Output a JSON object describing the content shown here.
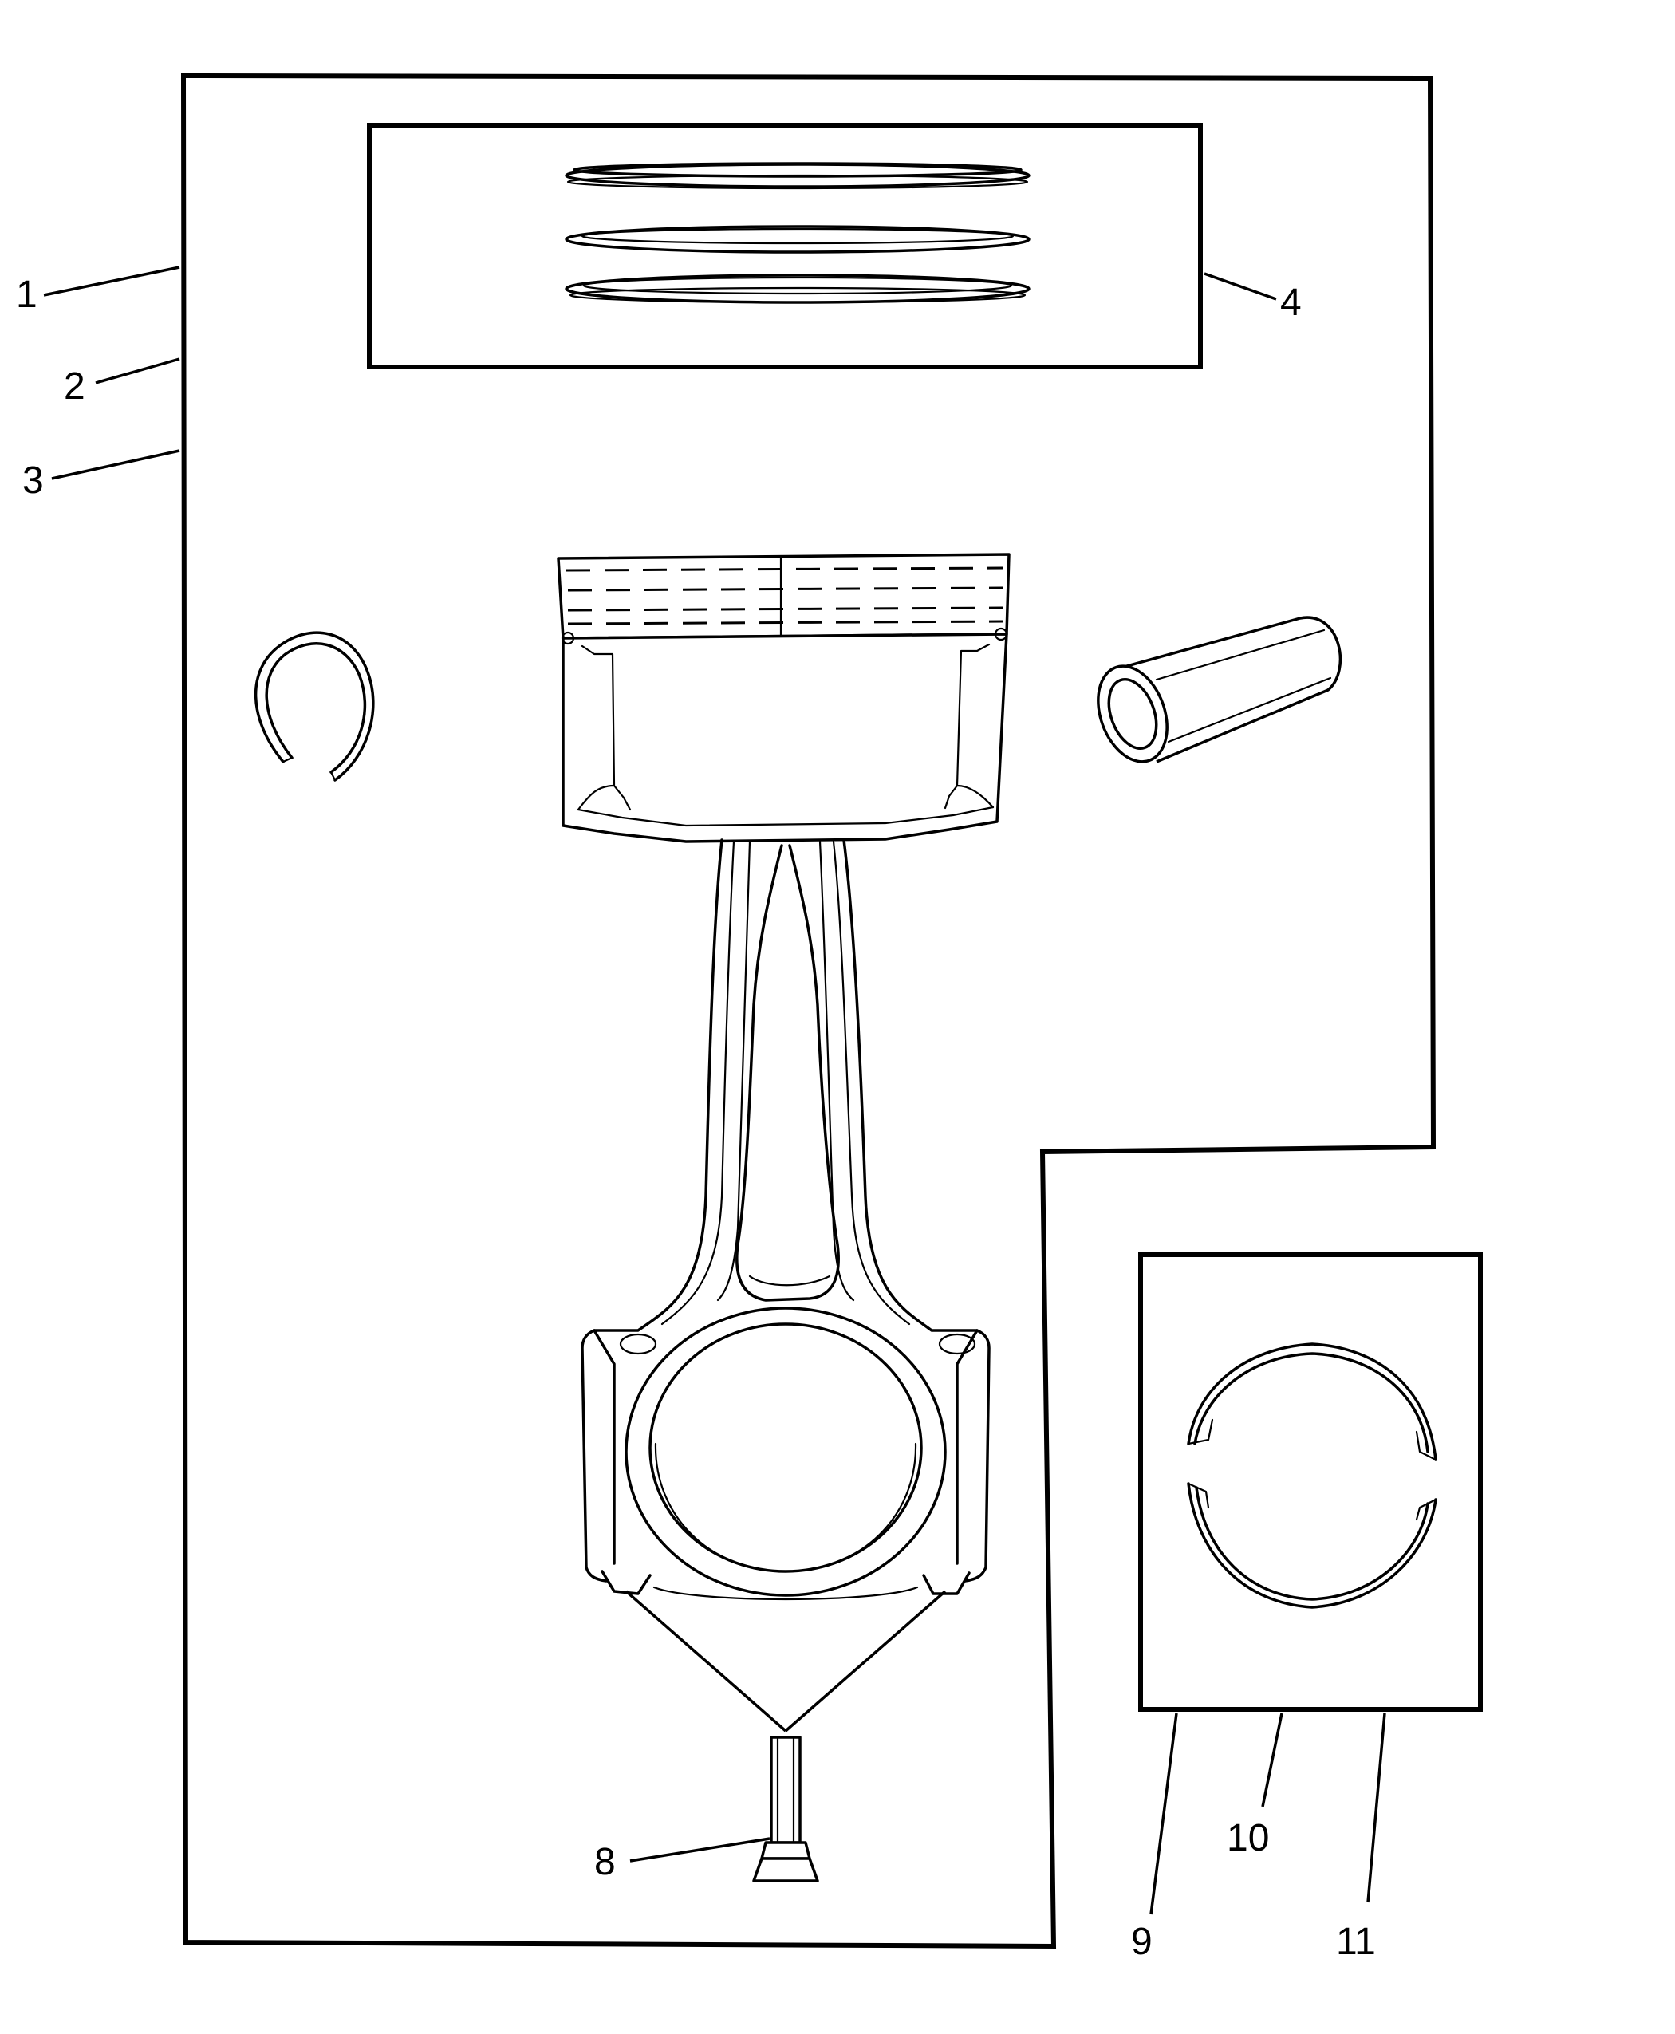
{
  "callouts": {
    "c1": "1",
    "c2": "2",
    "c3": "3",
    "c4": "4",
    "c8": "8",
    "c9": "9",
    "c10": "10",
    "c11": "11"
  },
  "parts": {
    "piston_rings": "piston-ring-set-icon",
    "piston": "piston-icon",
    "piston_pin": "piston-pin-icon",
    "retainer_clip": "pin-retainer-clip-icon",
    "connecting_rod": "connecting-rod-icon",
    "rod_bolt": "rod-bolt-icon",
    "bearing_halves": "rod-bearing-icon"
  }
}
